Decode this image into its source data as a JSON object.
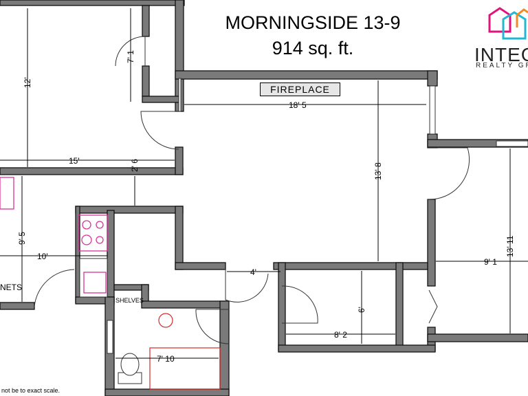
{
  "title": {
    "line1": "MORNINGSIDE 13-9",
    "line2": "914 sq. ft."
  },
  "logo": {
    "name": "INTEGR",
    "tagline": "REALTY GR"
  },
  "labels": {
    "fireplace": "FIREPLACE",
    "closets": "NETS",
    "shelves": "SHELVES"
  },
  "dimensions": {
    "bedroom_height": "12'",
    "bedroom_width": "15'",
    "closet_height": "7' 1",
    "living_width": "18' 5",
    "living_height": "13' 8",
    "hall_gap": "2' 6",
    "kitchen_height": "9' 5",
    "kitchen_width": "10'",
    "door_width": "4'",
    "right_room_height": "13' 11",
    "right_room_width": "9' 1",
    "closet_depth": "6'",
    "closet_width": "8' 2",
    "bath_width": "7' 10"
  },
  "disclaimer": "not be to exact scale.",
  "colors": {
    "wall": "#7a7a7a",
    "fixture_pink": "#d6339a",
    "fixture_red": "#d62828",
    "logo_magenta": "#e2127a",
    "logo_cyan": "#22b8cf",
    "logo_orange": "#f08a24"
  }
}
